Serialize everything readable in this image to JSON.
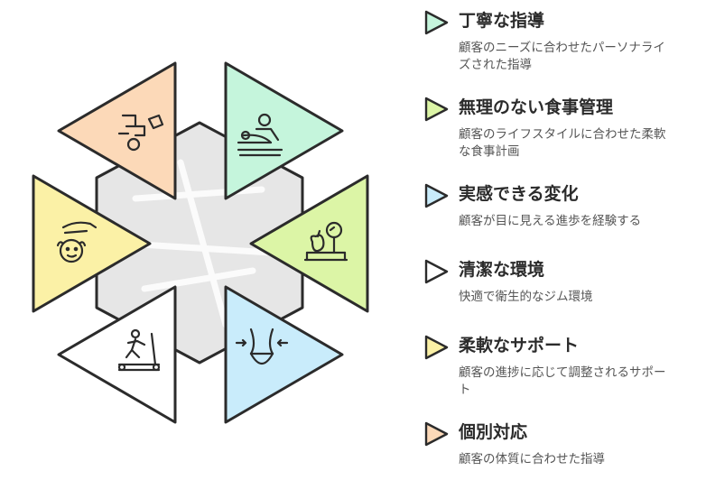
{
  "colors": {
    "outline": "#2b2b2b",
    "center": "#e6e6e6",
    "peach": "#fcd9b8",
    "mint": "#c5f5dc",
    "lime": "#dcf5a6",
    "sky": "#c9ecfb",
    "yellow": "#fbf1a6"
  },
  "items": [
    {
      "title": "丁寧な指導",
      "desc": "顧客のニーズに合わせたパーソナライズされた指導",
      "color": "#c5f5dc",
      "icon": "massage-icon"
    },
    {
      "title": "無理のない食事管理",
      "desc": "顧客のライフスタイルに合わせた柔軟な食事計画",
      "color": "#dcf5a6",
      "icon": "scale-apple-icon"
    },
    {
      "title": "実感できる変化",
      "desc": "顧客が目に見える進歩を経験する",
      "color": "#c9ecfb",
      "icon": "waist-icon"
    },
    {
      "title": "清潔な環境",
      "desc": "快適で衛生的なジム環境",
      "color": "#ffffff",
      "icon": "treadmill-icon"
    },
    {
      "title": "柔軟なサポート",
      "desc": "顧客の進捗に応じて調整されるサポート",
      "color": "#fbf1a6",
      "icon": "child-care-icon"
    },
    {
      "title": "個別対応",
      "desc": "顧客の体質に合わせた指導",
      "color": "#fcd9b8",
      "icon": "faucet-icon"
    }
  ]
}
